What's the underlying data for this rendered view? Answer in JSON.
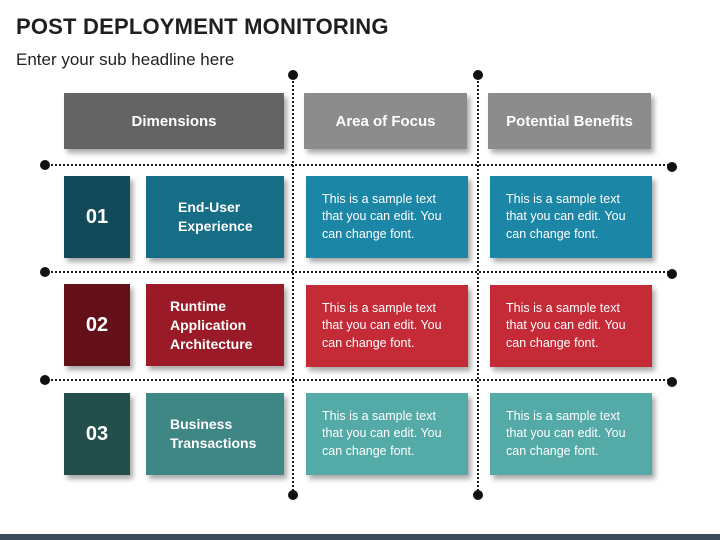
{
  "title": "POST DEPLOYMENT MONITORING",
  "subtitle": "Enter your sub headline here",
  "headers": [
    "Dimensions",
    "Area of Focus",
    "Potential Benefits"
  ],
  "rows": [
    {
      "number": "01",
      "dimension_lines": [
        "End-User",
        "Experience"
      ],
      "focus_lines": [
        "This is a sample text",
        "that you can edit. You",
        "can change font."
      ],
      "benefit_lines": [
        "This is a sample text",
        "that you can edit. You",
        "can change font."
      ]
    },
    {
      "number": "02",
      "dimension_lines": [
        "Runtime",
        "Application",
        "Architecture"
      ],
      "focus_lines": [
        "This is a sample text",
        "that you can edit. You",
        "can change font."
      ],
      "benefit_lines": [
        "This is a sample text",
        "that you can edit. You",
        "can change font."
      ]
    },
    {
      "number": "03",
      "dimension_lines": [
        "Business",
        "Transactions"
      ],
      "focus_lines": [
        "This is a sample text",
        "that you can edit. You",
        "can change font."
      ],
      "benefit_lines": [
        "This is a sample text",
        "that you can edit. You",
        "can change font."
      ]
    }
  ],
  "colors": {
    "header_dark": "#646464",
    "header_light": "#8c8c8c",
    "row1_number": "#124a5a",
    "row1_dimension": "#166d86",
    "row1_cell": "#1b86a6",
    "row2_number": "#641019",
    "row2_dimension": "#9a1b27",
    "row2_cell": "#c52a37",
    "row3_number": "#244e4c",
    "row3_dimension": "#3e8784",
    "row3_cell": "#54aaa6",
    "bottom_bar": "#3a4c5c"
  }
}
